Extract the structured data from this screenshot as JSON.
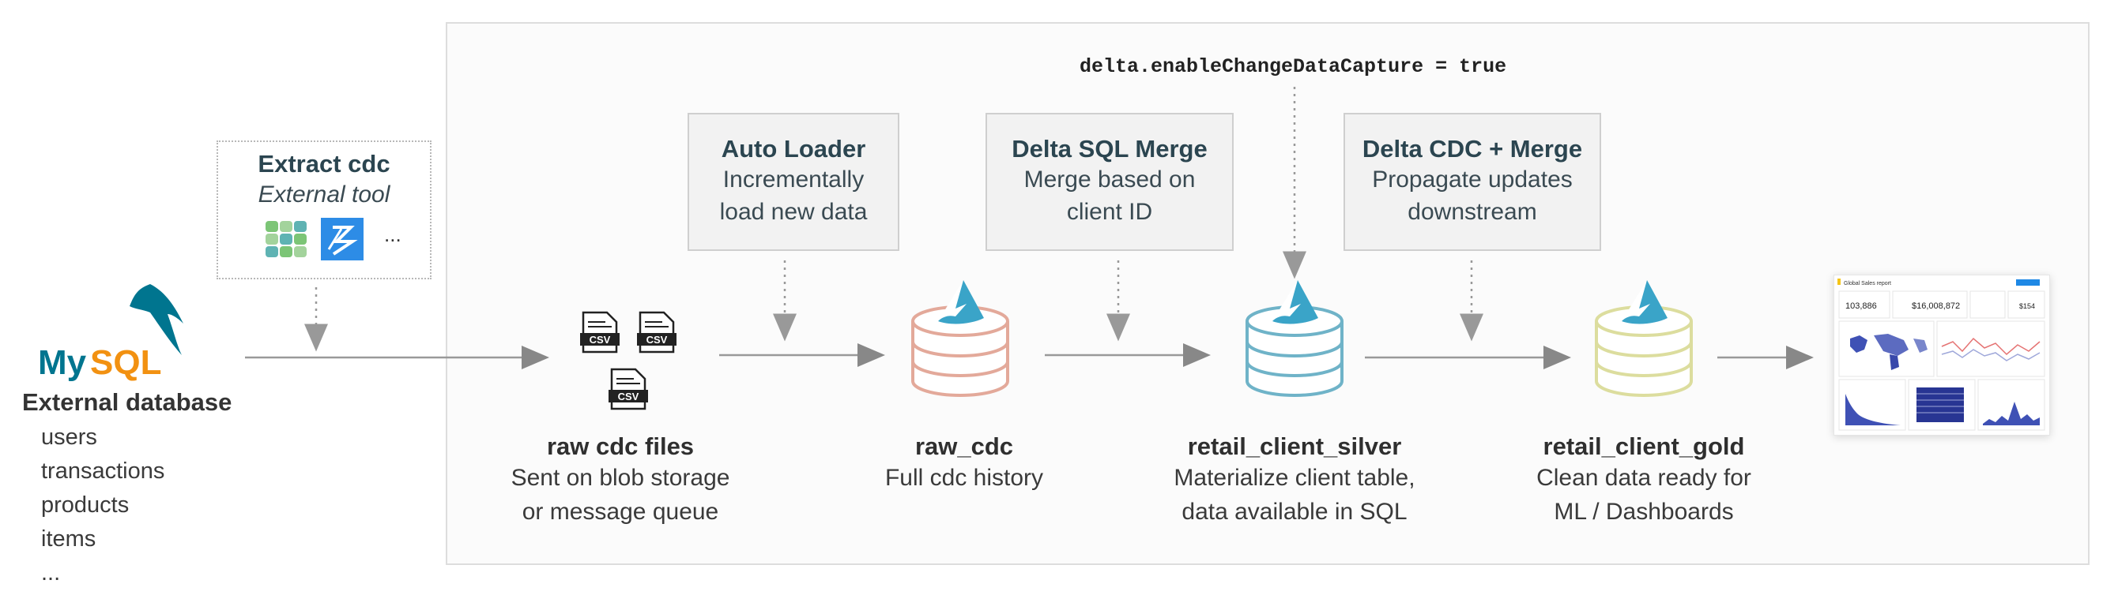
{
  "config_code": "delta.enableChangeDataCapture = true",
  "extract": {
    "title": "Extract cdc",
    "subtitle": "External tool",
    "more": "..."
  },
  "steps": [
    {
      "title": "Auto Loader",
      "lines": [
        "Incrementally",
        "load new data"
      ]
    },
    {
      "title": "Delta SQL Merge",
      "lines": [
        "Merge based on",
        "client ID"
      ]
    },
    {
      "title": "Delta CDC + Merge",
      "lines": [
        "Propagate updates",
        "downstream"
      ]
    }
  ],
  "source": {
    "logo_text": "MySQL",
    "title": "External database",
    "tables": [
      "users",
      "transactions",
      "products",
      "items",
      "..."
    ]
  },
  "csv_label": "CSV",
  "nodes": [
    {
      "title": "raw cdc files",
      "lines": [
        "Sent on blob storage",
        "or message queue"
      ]
    },
    {
      "title": "raw_cdc",
      "lines": [
        "Full cdc history"
      ]
    },
    {
      "title": "retail_client_silver",
      "lines": [
        "Materialize client table,",
        "data available in SQL"
      ]
    },
    {
      "title": "retail_client_gold",
      "lines": [
        "Clean data ready for",
        "ML / Dashboards"
      ]
    }
  ],
  "dashboard": {
    "title": "Global Sales report",
    "kpis": [
      "103,886",
      "$16,008,872",
      "$154"
    ]
  },
  "colors": {
    "bronze": "#e3a99a",
    "silver": "#6fb3c8",
    "gold": "#dcdd9e",
    "delta_blue": "#3aa4c8",
    "mysql_blue": "#00758f",
    "mysql_orange": "#f29111"
  }
}
